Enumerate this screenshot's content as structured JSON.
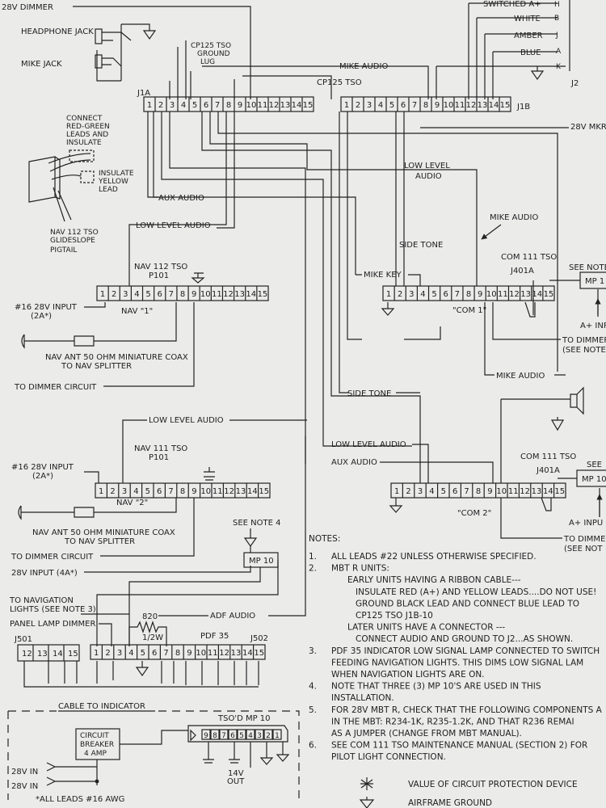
{
  "diagram": {
    "top": {
      "dimmer": "28V DIMMER",
      "headphone_jack": "HEADPHONE JACK",
      "mike_jack": "MIKE JACK",
      "ground_lug": [
        "CP125 TSO",
        "GROUND",
        "LUG"
      ],
      "switched": "SWITCHED A+",
      "white": "WHITE",
      "amber": "AMBER",
      "blue": "BLUE",
      "j2_pins": [
        "H",
        "B",
        "J",
        "A",
        "K"
      ],
      "j2": "J2",
      "mike_audio": "MIKE AUDIO",
      "cp125": "CP125 TSO",
      "j1a": "J1A",
      "j1b": "J1B",
      "mkr": "28V MKR"
    },
    "pins15": [
      "1",
      "2",
      "3",
      "4",
      "5",
      "6",
      "7",
      "8",
      "9",
      "10",
      "11",
      "12",
      "13",
      "14",
      "15"
    ],
    "glideslope": {
      "connect": [
        "CONNECT",
        "RED-GREEN",
        "LEADS AND",
        "INSULATE"
      ],
      "insulate": [
        "INSULATE",
        "YELLOW",
        "LEAD"
      ],
      "pigtail": [
        "NAV 112 TSO",
        "GLIDESLOPE",
        "PIGTAIL"
      ]
    },
    "middle": {
      "low_level_audio_b": [
        "LOW LEVEL",
        "AUDIO"
      ],
      "aux_audio": "AUX AUDIO",
      "low_level_audio": "LOW LEVEL AUDIO",
      "mike_audio": "MIKE AUDIO",
      "side_tone": "SIDE TONE",
      "mike_key": "MIKE KEY",
      "see_note": "SEE NOTE",
      "mp": "MP 1",
      "a_input": "A+ INPUT",
      "to_dimmer": [
        "TO DIMMER",
        "(SEE NOTE"
      ]
    },
    "nav1": {
      "tso": "NAV 112 TSO",
      "p101": "P101",
      "input": [
        "#16 28V INPUT",
        "(2A*)"
      ],
      "name": "NAV \"1\"",
      "ant": [
        "NAV ANT 50 OHM MINIATURE COAX",
        "TO NAV SPLITTER"
      ],
      "dimmer": "TO DIMMER CIRCUIT"
    },
    "com1": {
      "tso": "COM 111 TSO",
      "j401a": "J401A",
      "name": "\"COM 1\""
    },
    "nav2": {
      "low_level_audio": "LOW LEVEL AUDIO",
      "tso": "NAV 111 TSO",
      "p101": "P101",
      "input": [
        "#16 28V INPUT",
        "(2A*)"
      ],
      "name": "NAV \"2\"",
      "ant": [
        "NAV ANT 50 OHM MINIATURE COAX",
        "TO NAV SPLITTER"
      ],
      "dimmer": "TO DIMMER CIRCUIT",
      "input4": "28V INPUT (4A*)",
      "see_note4": "SEE NOTE 4",
      "mp10": "MP 10"
    },
    "com2_region": {
      "mike_audio": "MIKE AUDIO",
      "side_tone": "SIDE TONE",
      "low_level_audio": "LOW LEVEL AUDIO",
      "aux_audio": "AUX AUDIO",
      "tso": "COM 111 TSO",
      "j401a": "J401A",
      "see": "SEE",
      "mp": "MP 10",
      "a_input": "A+ INPU",
      "name": "\"COM 2\"",
      "to_dimmer": [
        "TO DIMME",
        "(SEE NOT"
      ]
    },
    "lower": {
      "nav_lights": [
        "TO NAVIGATION",
        "LIGHTS (SEE NOTE 3)"
      ],
      "panel_dimmer": "PANEL LAMP DIMMER",
      "r820": "820",
      "r12w": "1/2W",
      "adf_audio": "ADF AUDIO",
      "j501": "J501",
      "j501_pins": [
        "12",
        "13",
        "14",
        "15"
      ],
      "pdf": "PDF 35",
      "j502": "J502",
      "cable": "CABLE TO INDICATOR",
      "breaker": [
        "CIRCUIT",
        "BREAKER",
        "4 AMP"
      ],
      "in1": "28V IN",
      "in2": "28V IN",
      "all_leads": "*ALL LEADS #16 AWG",
      "tsod_mp10": "TSO'D MP 10",
      "mp_pins": [
        "9",
        "8",
        "7",
        "6",
        "5",
        "4",
        "3",
        "2",
        "1"
      ],
      "out": [
        "14V",
        "OUT"
      ]
    },
    "notes": {
      "heading": "NOTES:",
      "lines": [
        {
          "n": "1.",
          "t": "ALL LEADS #22 UNLESS OTHERWISE SPECIFIED."
        },
        {
          "n": "2.",
          "t": "MBT R UNITS:"
        },
        {
          "n": "",
          "t": "EARLY UNITS HAVING A RIBBON CABLE---"
        },
        {
          "n": "",
          "t": "INSULATE RED (A+) AND YELLOW LEADS....DO NOT USE!"
        },
        {
          "n": "",
          "t": "GROUND BLACK LEAD AND CONNECT BLUE LEAD TO"
        },
        {
          "n": "",
          "t": "CP125 TSO J1B-10"
        },
        {
          "n": "",
          "t": "LATER UNITS HAVE A CONNECTOR ---"
        },
        {
          "n": "",
          "t": "CONNECT AUDIO AND GROUND TO J2...AS SHOWN."
        },
        {
          "n": "3.",
          "t": "PDF 35 INDICATOR LOW SIGNAL LAMP CONNECTED TO SWITCH"
        },
        {
          "n": "",
          "t": "FEEDING NAVIGATION LIGHTS.  THIS DIMS LOW SIGNAL LAM"
        },
        {
          "n": "",
          "t": "WHEN NAVIGATION LIGHTS ARE ON."
        },
        {
          "n": "4.",
          "t": "NOTE THAT THREE (3) MP 10'S ARE USED IN THIS"
        },
        {
          "n": "",
          "t": "INSTALLATION."
        },
        {
          "n": "5.",
          "t": "FOR 28V MBT R, CHECK THAT THE FOLLOWING COMPONENTS A"
        },
        {
          "n": "",
          "t": "IN THE MBT:  R234-1K, R235-1.2K, AND THAT R236 REMAI"
        },
        {
          "n": "",
          "t": "AS A JUMPER (CHANGE FROM MBT MANUAL)."
        },
        {
          "n": "6.",
          "t": "SEE COM 111 TSO MAINTENANCE MANUAL (SECTION 2) FOR"
        },
        {
          "n": "",
          "t": "PILOT LIGHT CONNECTION."
        }
      ]
    },
    "legend": [
      {
        "symbol": "asterisk-icon",
        "label": "VALUE OF CIRCUIT PROTECTION DEVICE"
      },
      {
        "symbol": "ground-icon",
        "label": "AIRFRAME GROUND"
      }
    ]
  }
}
